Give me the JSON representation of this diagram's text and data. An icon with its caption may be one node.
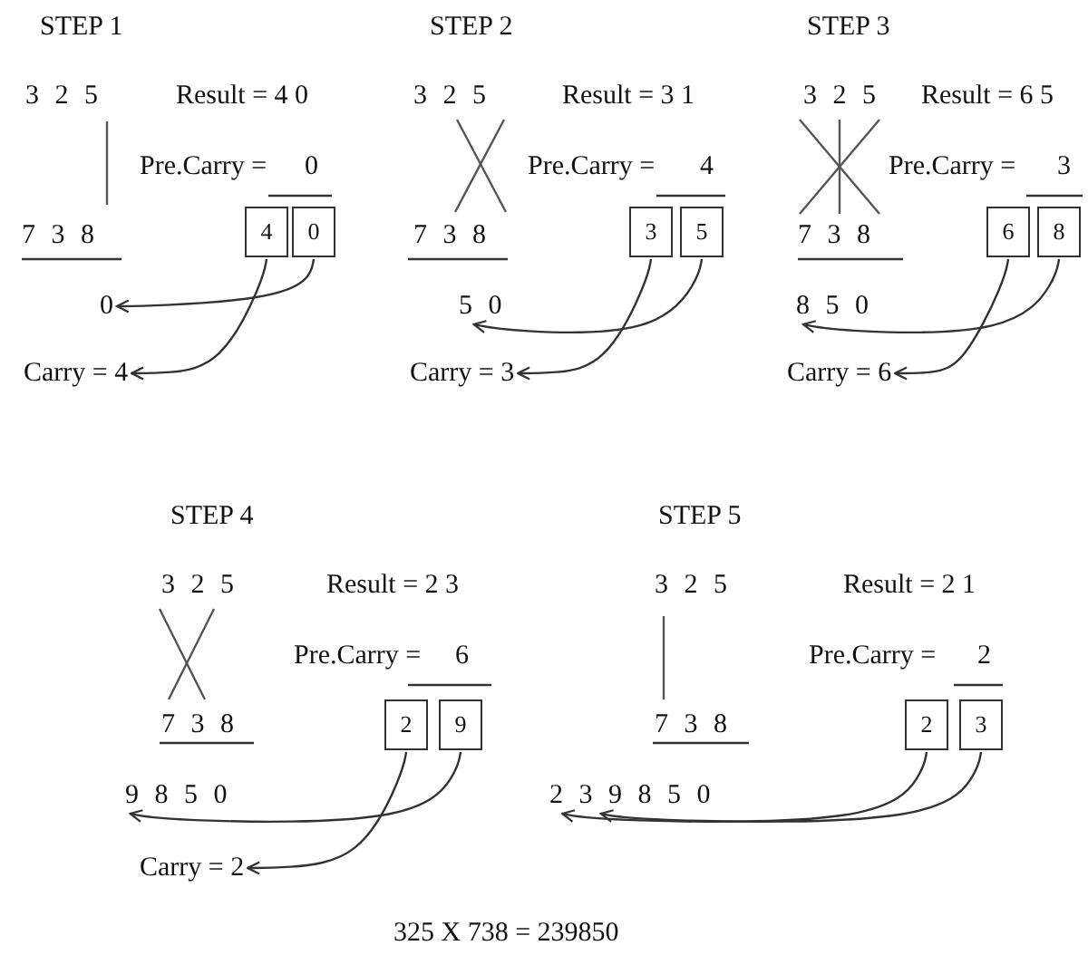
{
  "diagram": {
    "caption": "325 X 738 = 239850",
    "nodes": [
      {
        "text": [
          "4"
        ]
      },
      {
        "text": [
          "0"
        ]
      },
      {
        "text": [
          "0"
        ]
      },
      {
        "text": [
          "Carry = 4"
        ]
      },
      {
        "text": [
          "3"
        ]
      },
      {
        "text": [
          "5"
        ]
      },
      {
        "text": [
          "5 0"
        ]
      },
      {
        "text": [
          "Carry = 3"
        ]
      },
      {
        "text": [
          "6"
        ]
      },
      {
        "text": [
          "8"
        ]
      },
      {
        "text": [
          "8 5 0"
        ]
      },
      {
        "text": [
          "Carry = 6"
        ]
      },
      {
        "text": [
          "2"
        ]
      },
      {
        "text": [
          "9"
        ]
      },
      {
        "text": [
          "9 8 5 0"
        ]
      },
      {
        "text": [
          "Carry = 2"
        ]
      },
      {
        "text": [
          "2"
        ]
      },
      {
        "text": [
          "3"
        ]
      },
      {
        "text": [
          "2 3 9 8 5 0"
        ]
      }
    ],
    "edges": [
      {
        "from": 1,
        "to": 2,
        "arrow": "to"
      },
      {
        "from": 0,
        "to": 3,
        "arrow": "to"
      },
      {
        "from": 5,
        "to": 6,
        "arrow": "to"
      },
      {
        "from": 4,
        "to": 7,
        "arrow": "to"
      },
      {
        "from": 9,
        "to": 10,
        "arrow": "to"
      },
      {
        "from": 8,
        "to": 11,
        "arrow": "to"
      },
      {
        "from": 13,
        "to": 14,
        "arrow": "to"
      },
      {
        "from": 12,
        "to": 15,
        "arrow": "to"
      },
      {
        "from": 17,
        "to": 18,
        "arrow": "to"
      },
      {
        "from": 16,
        "to": 18,
        "arrow": "to"
      }
    ],
    "labels": [
      "STEP 1",
      "3 2 5",
      "Result = 4 0",
      "Pre.Carry =",
      "0",
      "7 3 8",
      "STEP 2",
      "3 2 5",
      "Result = 3 1",
      "Pre.Carry =",
      "4",
      "7 3 8",
      "STEP 3",
      "3 2 5",
      "Result = 6 5",
      "Pre.Carry =",
      "3",
      "7 3 8",
      "STEP 4",
      "3 2 5",
      "Result = 2 3",
      "Pre.Carry =",
      "6",
      "7 3 8",
      "STEP 5",
      "3 2 5",
      "Result = 2 1",
      "Pre.Carry =",
      "2",
      "7 3 8"
    ]
  }
}
